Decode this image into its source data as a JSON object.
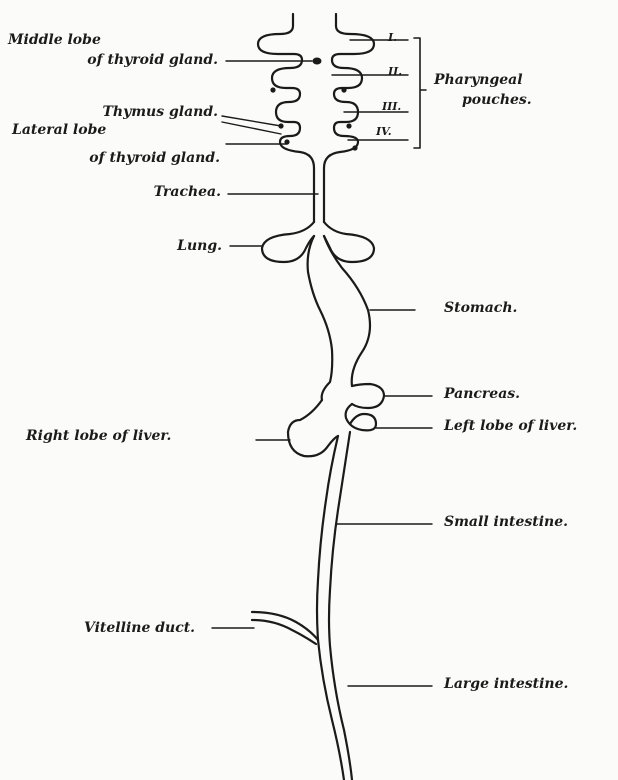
{
  "labels": {
    "middle_lobe_1": "Middle lobe",
    "middle_lobe_2": "of thyroid gland.",
    "thymus": "Thymus gland.",
    "lateral_lobe_1": "Lateral lobe",
    "lateral_lobe_2": "of thyroid gland.",
    "trachea": "Trachea.",
    "lung": "Lung.",
    "pharyngeal_1": "Pharyngeal",
    "pharyngeal_2": "pouches.",
    "stomach": "Stomach.",
    "pancreas": "Pancreas.",
    "right_lobe_liver": "Right lobe of liver.",
    "left_lobe_liver": "Left lobe of liver.",
    "small_intestine": "Small intestine.",
    "vitelline_duct": "Vitelline duct.",
    "large_intestine": "Large intestine."
  },
  "pouch_numerals": [
    "I.",
    "II.",
    "III.",
    "IV."
  ],
  "colors": {
    "ink": "#1b1b1b",
    "paper": "#fbfbf9"
  }
}
